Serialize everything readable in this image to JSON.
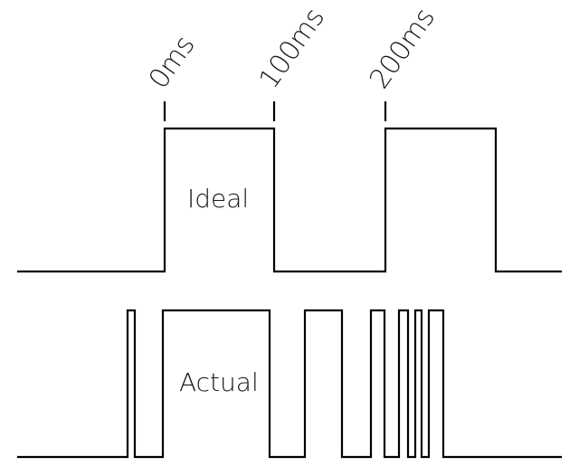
{
  "diagram": {
    "time_markers": [
      {
        "label": "0ms"
      },
      {
        "label": "100ms"
      },
      {
        "label": "200ms"
      }
    ],
    "signals": {
      "ideal": {
        "label": "Ideal"
      },
      "actual": {
        "label": "Actual"
      }
    }
  }
}
